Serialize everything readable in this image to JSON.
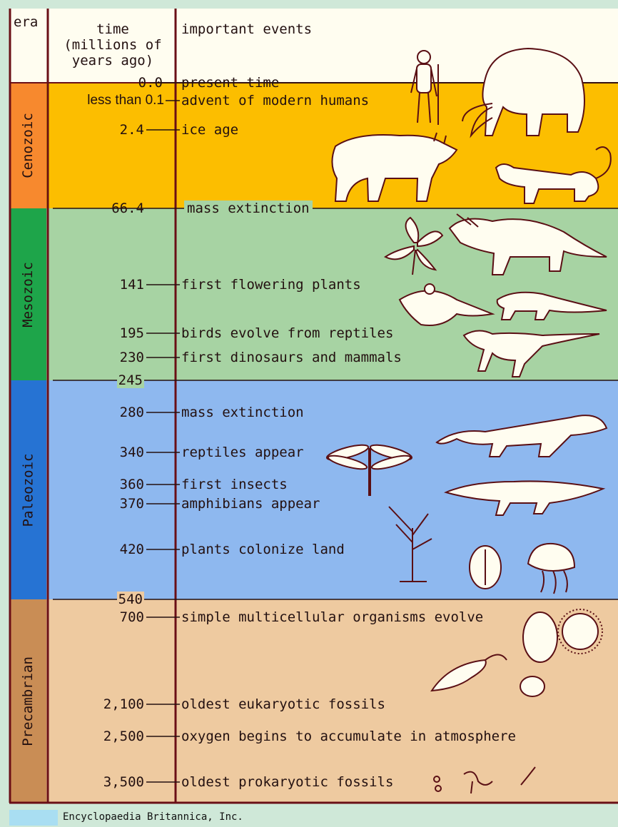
{
  "header": {
    "era": "era",
    "time_line1": "time",
    "time_line2": "(millions of",
    "time_line3": "years ago)",
    "events": "important events"
  },
  "colors": {
    "cenozoic_band": "#fcbe00",
    "cenozoic_era": "#f7892e",
    "mesozoic_band": "#a7d3a3",
    "mesozoic_era": "#1ea54a",
    "paleozoic_band": "#8eb8ef",
    "paleozoic_era": "#2673d3",
    "precambrian_band": "#eecaa0",
    "precambrian_era": "#c98d55",
    "header_band": "#fffdf0",
    "rule": "#6a0f16",
    "background": "#cfe8d8"
  },
  "eras": [
    {
      "id": "cenozoic",
      "name": "Cenozoic"
    },
    {
      "id": "mesozoic",
      "name": "Mesozoic"
    },
    {
      "id": "paleozoic",
      "name": "Paleozoic"
    },
    {
      "id": "precambrian",
      "name": "Precambrian"
    }
  ],
  "boundaries": [
    {
      "time": "0.0",
      "event": "present time"
    },
    {
      "time": "66.4",
      "event": "mass extinction"
    },
    {
      "time": "245",
      "event": ""
    },
    {
      "time": "540",
      "event": ""
    }
  ],
  "events": [
    {
      "time": "less than 0.1",
      "event": "advent of modern humans"
    },
    {
      "time": "2.4",
      "event": "ice age"
    },
    {
      "time": "141",
      "event": "first flowering plants"
    },
    {
      "time": "195",
      "event": "birds evolve from reptiles"
    },
    {
      "time": "230",
      "event": "first dinosaurs and mammals"
    },
    {
      "time": "280",
      "event": "mass extinction"
    },
    {
      "time": "340",
      "event": "reptiles appear"
    },
    {
      "time": "360",
      "event": "first insects"
    },
    {
      "time": "370",
      "event": "amphibians appear"
    },
    {
      "time": "420",
      "event": "plants colonize land"
    },
    {
      "time": "700",
      "event": "simple multicellular organisms evolve"
    },
    {
      "time": "2,100",
      "event": "oldest eukaryotic fossils"
    },
    {
      "time": "2,500",
      "event": "oxygen begins to accumulate in atmosphere"
    },
    {
      "time": "3,500",
      "event": "oldest prokaryotic fossils"
    }
  ],
  "illustrations": [
    "human-icon",
    "mammoth-icon",
    "rhino-icon",
    "tiger-cat-icon",
    "flower-icon",
    "triceratops-icon",
    "archaeopteryx-icon",
    "mammal-icon",
    "dinosaur-icon",
    "dragonfly-icon",
    "reptile-icon",
    "amphibian-icon",
    "plant-icon",
    "trilobite-icon",
    "jellyfish-icon",
    "egg-cell-icon",
    "spiky-cell-icon",
    "eukaryote-icon",
    "cell-icon",
    "prokaryote-icon"
  ],
  "credit": "Encyclopaedia Britannica, Inc."
}
